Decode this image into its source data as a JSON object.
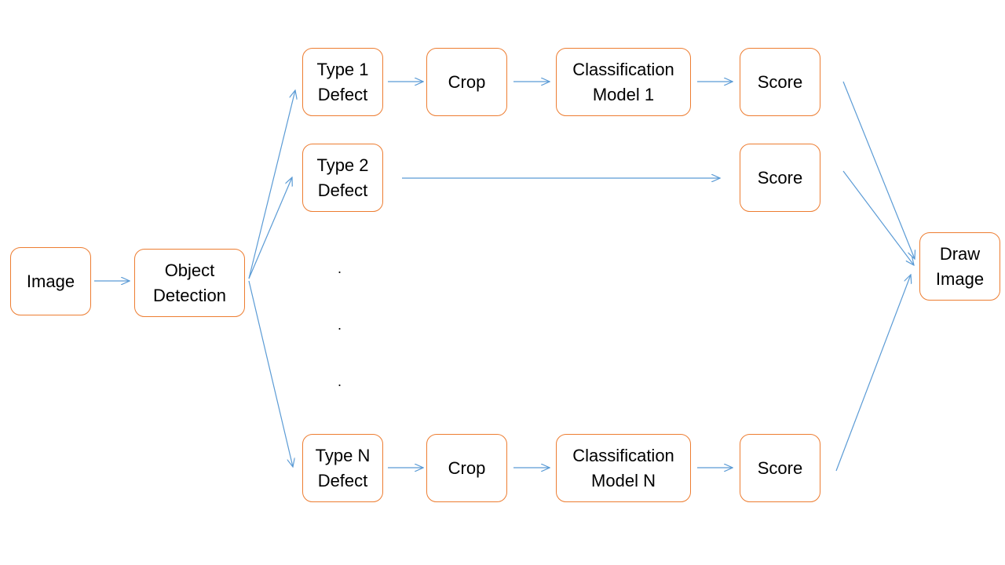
{
  "nodes": {
    "image": "Image",
    "object_detection": "Object\nDetection",
    "type1_defect": "Type 1\nDefect",
    "type2_defect": "Type 2\nDefect",
    "typeN_defect": "Type N\nDefect",
    "crop1": "Crop",
    "cropN": "Crop",
    "classification1": "Classification\nModel 1",
    "classificationN": "Classification\nModel N",
    "score1": "Score",
    "score2": "Score",
    "scoreN": "Score",
    "draw_image": "Draw\nImage"
  },
  "ellipsis": [
    ".",
    ".",
    "."
  ],
  "colors": {
    "box_border": "#ED7D31",
    "arrow": "#5B9BD5",
    "text": "#000000"
  }
}
